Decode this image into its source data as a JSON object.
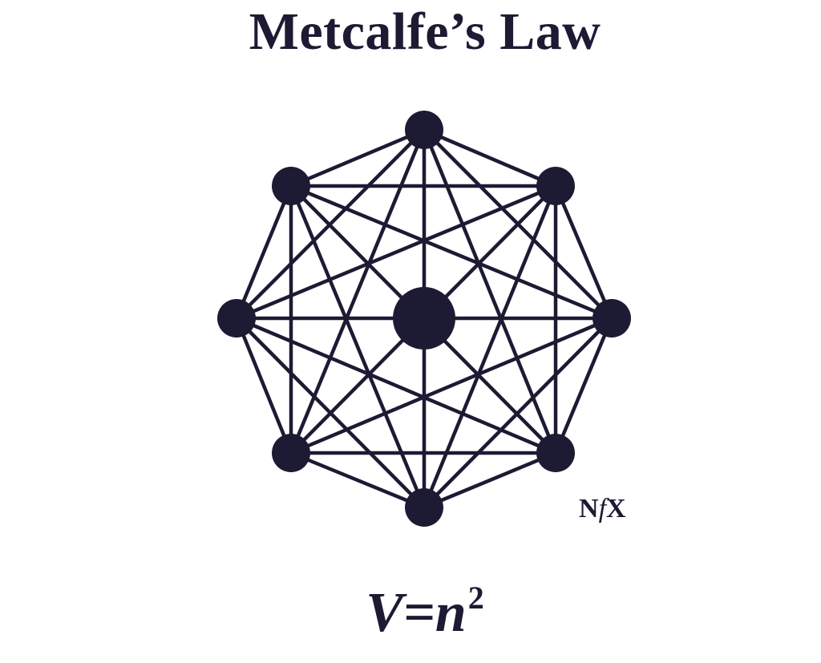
{
  "title": "Metcalfe’s Law",
  "logo": {
    "n": "N",
    "f": "f",
    "x": "X"
  },
  "formula": {
    "lhs": "V=n",
    "exponent": "2"
  },
  "diagram": {
    "outer_node_count": 8,
    "center_node": true,
    "fully_connected": true
  },
  "colors": {
    "ink": "#1d1a33",
    "background": "#ffffff"
  }
}
